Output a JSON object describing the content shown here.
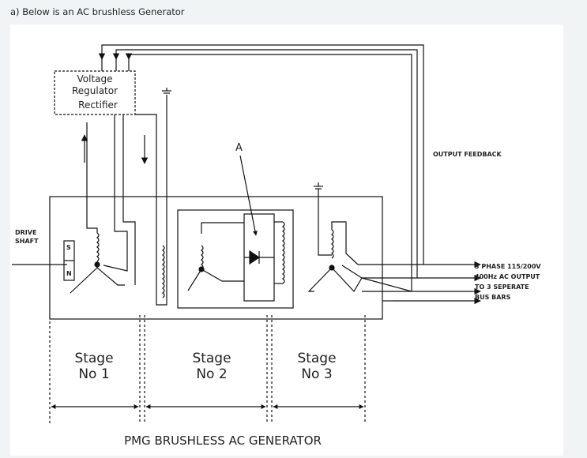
{
  "question": {
    "text": "a) Below is an AC brushless Generator"
  },
  "diagram": {
    "title": "PMG BRUSHLESS AC GENERATOR",
    "box_labels": {
      "line1": "Voltage",
      "line2": "Regulator",
      "line3": "Rectifier"
    },
    "drive_shaft": {
      "line1": "DRIVE",
      "line2": "SHAFT"
    },
    "magnet_poles": {
      "south": "S",
      "north": "N"
    },
    "output_feedback": "OUTPUT FEEDBACK",
    "marker_a": "A",
    "output_label": {
      "line1": "3 PHASE 115/200V",
      "line2": "400Hz AC OUTPUT",
      "line3": "TO 3 SEPERATE",
      "line4": "BUS BARS"
    },
    "stages": [
      {
        "line1": "Stage",
        "line2": "No 1"
      },
      {
        "line1": "Stage",
        "line2": "No 2"
      },
      {
        "line1": "Stage",
        "line2": "No 3"
      }
    ]
  }
}
